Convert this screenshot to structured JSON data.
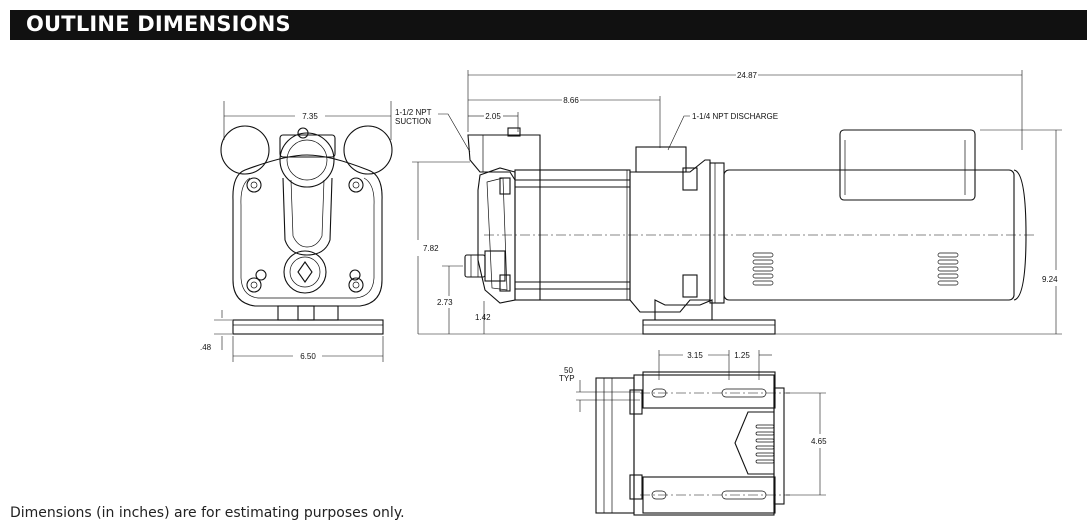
{
  "header": {
    "title": "OUTLINE DIMENSIONS",
    "bar_color": "#111111"
  },
  "footnote": "Dimensions (in inches) are for estimating purposes only.",
  "dimensions": {
    "front_width": "7.35",
    "base_width": "6.50",
    "base_height": ".48",
    "overall_length": "24.87",
    "discharge_offset": "8.66",
    "suction_offset": "2.05",
    "shaft_height": "7.82",
    "overall_height": "9.24",
    "suction_height": "2.73",
    "foot_height": "1.42",
    "slot_spacing": "3.15",
    "slot_length": "1.25",
    "mount_width": "4.65",
    "slot_width": "50",
    "slot_width_note": "TYP"
  },
  "callouts": {
    "suction_line1": "1-1/2 NPT",
    "suction_line2": "SUCTION",
    "discharge": "1-1/4 NPT DISCHARGE"
  }
}
